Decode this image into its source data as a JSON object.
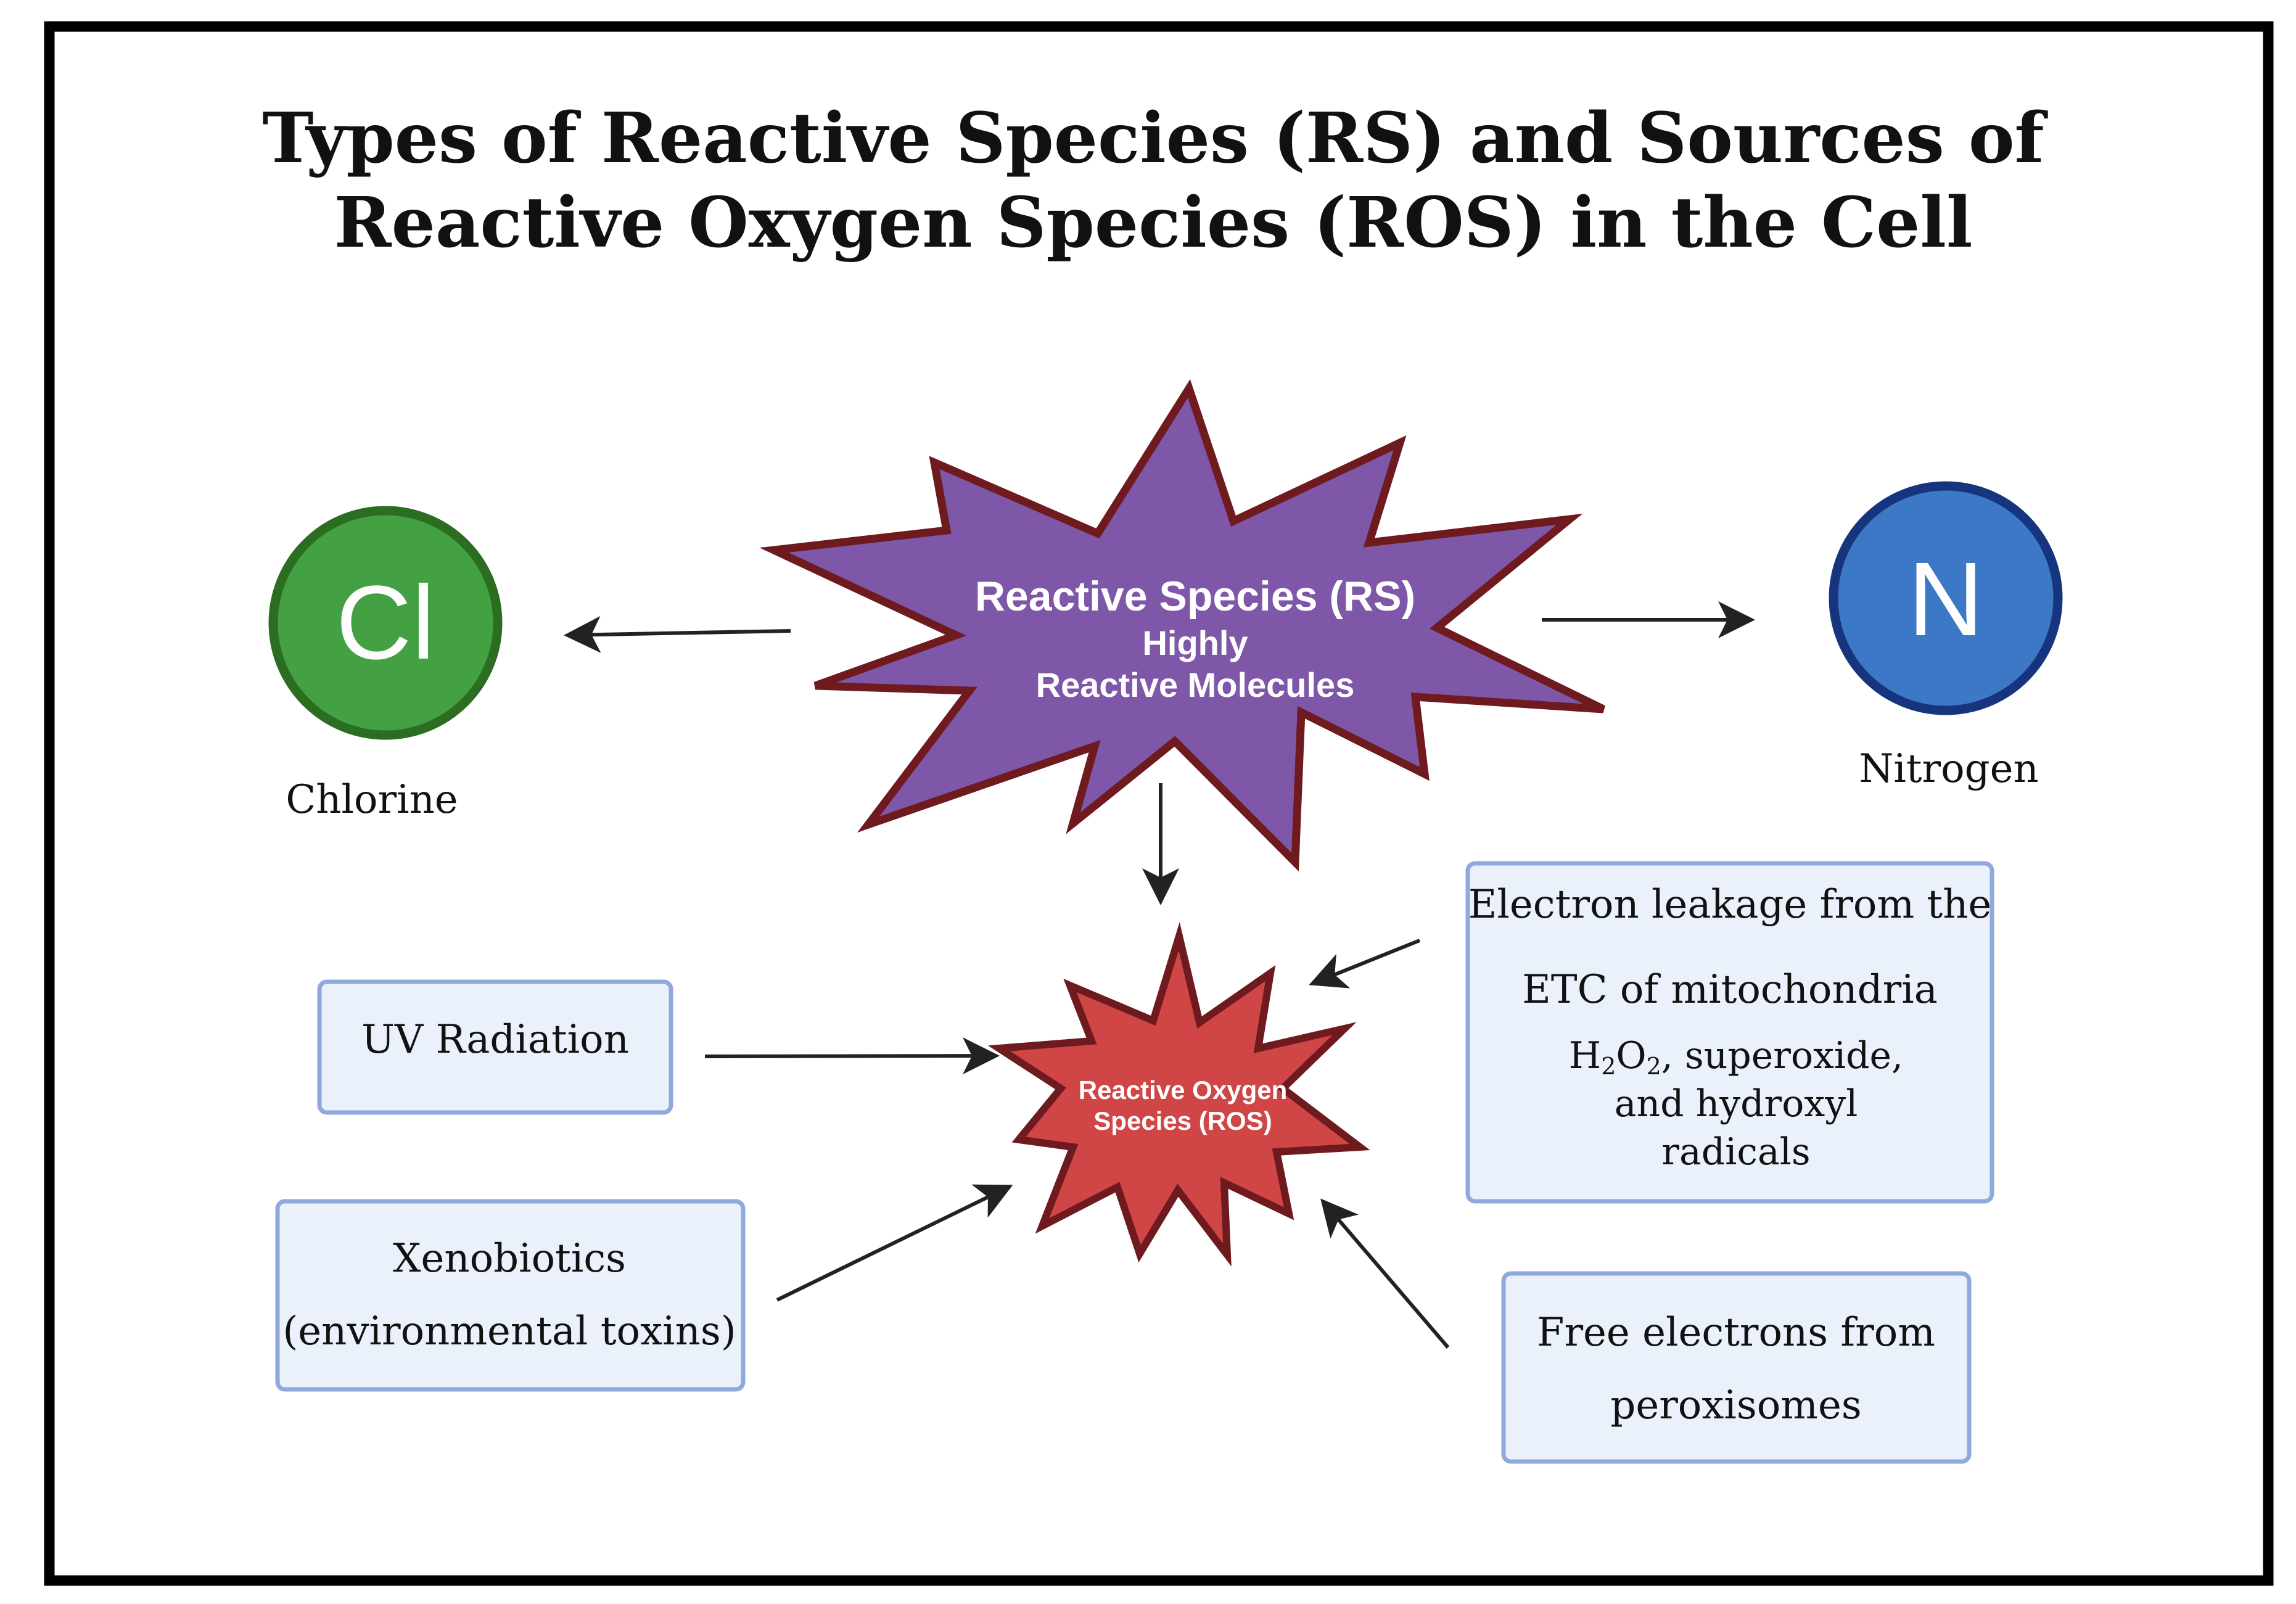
{
  "title": {
    "line1": "Types of Reactive Species (RS) and Sources of",
    "line2": "Reactive Oxygen Species (ROS) in the Cell"
  },
  "reactive_species": {
    "title": "Reactive Species (RS)",
    "subtitle_line1": "Highly",
    "subtitle_line2": "Reactive Molecules",
    "fill_color": "#7f57a8",
    "stroke_color": "#6e1a1e"
  },
  "chlorine": {
    "symbol": "Cl",
    "label": "Chlorine",
    "fill_color": "#43a143",
    "stroke_color": "#2b6e21"
  },
  "nitrogen": {
    "symbol": "N",
    "label": "Nitrogen",
    "fill_color": "#3d78c6",
    "stroke_color": "#17357f"
  },
  "ros": {
    "line1": "Reactive Oxygen",
    "line2": "Species (ROS)",
    "fill_color": "#d04545",
    "stroke_color": "#6e1a1e"
  },
  "sources": {
    "uv": {
      "line1": "UV Radiation"
    },
    "xenobiotics": {
      "line1": "Xenobiotics",
      "line2": "(environmental toxins)"
    },
    "electron_leakage": {
      "line1": "Electron leakage from the",
      "line2": "ETC of mitochondria",
      "h2o2_h": "H",
      "h2o2_sub1": "2",
      "h2o2_o": "O",
      "h2o2_sub2": "2",
      "h2o2_rest": ", superoxide,",
      "line4": "and hydroxyl",
      "line5": "radicals"
    },
    "peroxisomes": {
      "line1": "Free electrons from",
      "line2": "peroxisomes"
    }
  },
  "colors": {
    "box_fill": "#eaf1fb",
    "box_stroke": "#8fa9dc",
    "arrow": "#222222",
    "frame": "#000000"
  }
}
